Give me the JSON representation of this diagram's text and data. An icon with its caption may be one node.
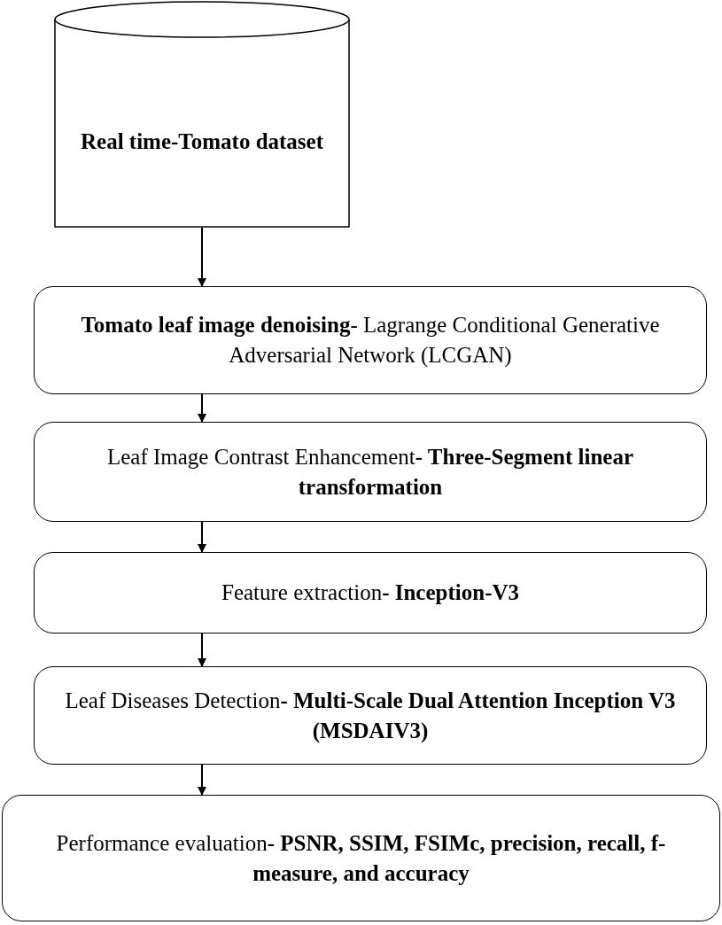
{
  "diagram": {
    "nodes": [
      {
        "text": [
          "Real time-Tomato dataset"
        ]
      },
      {
        "text": [
          "**Tomato leaf image denoising**- Lagrange Conditional Generative Adversarial Network (LCGAN)"
        ]
      },
      {
        "text": [
          "Leaf Image Contrast Enhancement**- Three-Segment linear transformation**"
        ]
      },
      {
        "text": [
          "Feature extraction**- Inception-V3**"
        ]
      },
      {
        "text": [
          "Leaf Diseases Detection**- Multi-Scale Dual Attention Inception V3 (MSDAIV3)**"
        ]
      },
      {
        "text": [
          "Performance evaluation**- PSNR, SSIM, FSIMc, precision, recall, f-measure, and accuracy**"
        ]
      }
    ],
    "edges": [
      {
        "from": 0,
        "to": 1,
        "arrow": "to"
      },
      {
        "from": 1,
        "to": 2,
        "arrow": "to"
      },
      {
        "from": 2,
        "to": 3,
        "arrow": "to"
      },
      {
        "from": 3,
        "to": 4,
        "arrow": "to"
      },
      {
        "from": 4,
        "to": 5,
        "arrow": "to"
      }
    ]
  }
}
